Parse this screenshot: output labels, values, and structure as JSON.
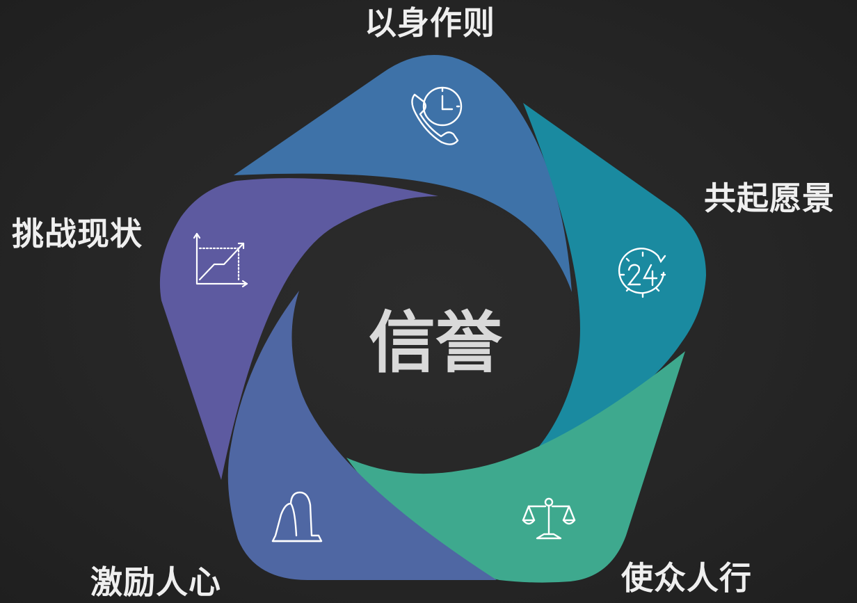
{
  "center_title": "信誉",
  "segments": [
    {
      "label": "以身作则",
      "color": "#3e72a8",
      "icon": "phone-clock-icon"
    },
    {
      "label": "共起愿景",
      "color": "#1a8aa0",
      "icon": "24-hour-icon"
    },
    {
      "label": "使众人行",
      "color": "#3ea98e",
      "icon": "balance-scale-icon"
    },
    {
      "label": "激励人心",
      "color": "#4f67a3",
      "icon": "mountain-icon"
    },
    {
      "label": "挑战现状",
      "color": "#5d5aa0",
      "icon": "growth-chart-icon"
    }
  ]
}
